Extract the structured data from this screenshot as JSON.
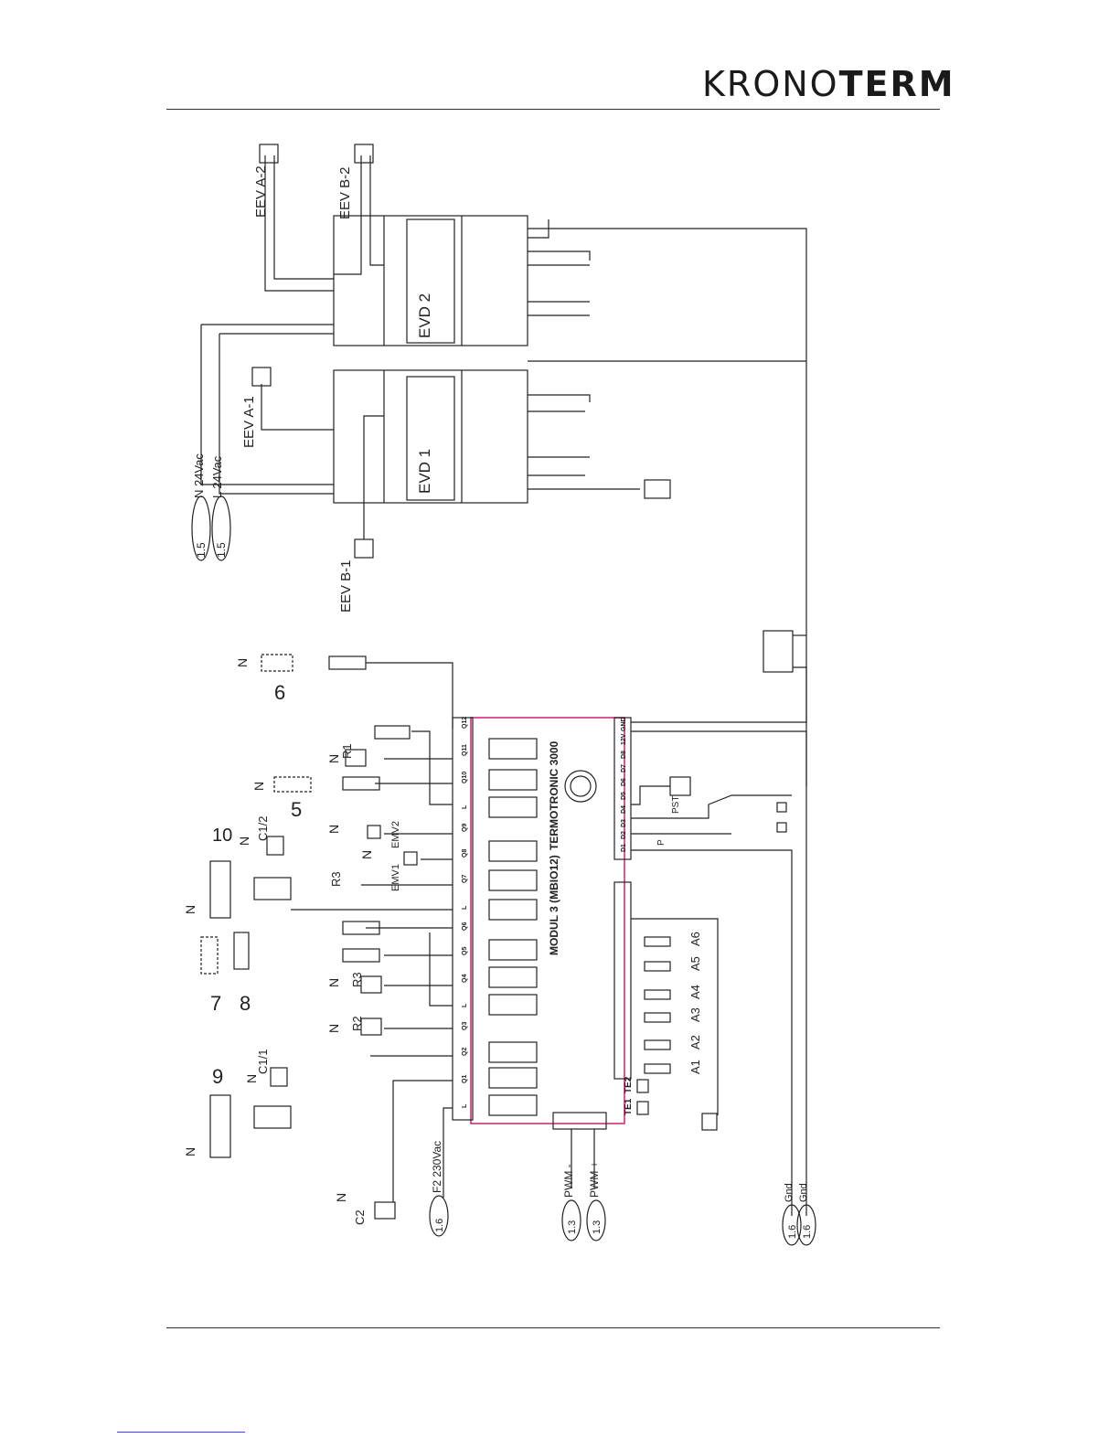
{
  "header": {
    "logo_regular": "KRONO",
    "logo_bold": "TERM"
  },
  "module": {
    "title": "TERMOTRONIC 3000",
    "subtitle": "MODUL 3 (MBIO12)"
  },
  "drivers": {
    "evd1": "EVD 1",
    "evd2": "EVD 2"
  },
  "valves": {
    "a2": "EEV A-2",
    "b2": "EEV B-2",
    "a1": "EEV A-1",
    "b1": "EEV B-1"
  },
  "supply": {
    "n24": "N 24Vac",
    "l24": "L 24Vac",
    "f2": "F2 230Vac",
    "pwm_minus": "PWM -",
    "pwm_plus": "PWM +",
    "gnd1": "Gnd",
    "gnd2": "Gnd"
  },
  "connectors": {
    "c15a": "1.5",
    "c15b": "1.5",
    "c16": "1.6",
    "c13a": "1.3",
    "c13b": "1.3",
    "c16a": "1.6",
    "c16b": "1.6"
  },
  "numbers": [
    "6",
    "5",
    "10",
    "7",
    "8",
    "9"
  ],
  "relays": {
    "r1": "R1",
    "r2": "R2",
    "r3": "R3",
    "c12": "C1/2",
    "c11": "C1/1",
    "c2": "C2"
  },
  "valves_em": {
    "emv1": "EMV1",
    "emv2": "EMV2"
  },
  "neutral": "N",
  "sensors": {
    "a1": "A1",
    "a2": "A2",
    "a3": "A3",
    "a4": "A4",
    "a5": "A5",
    "a6": "A6",
    "te1": "TE1",
    "te2": "TE2",
    "pst": "PST",
    "p": "P"
  },
  "terminals_right": [
    "Q12",
    "Q11",
    "Q10",
    "L",
    "Q9",
    "Q8",
    "Q7",
    "L",
    "Q6",
    "Q5",
    "Q4",
    "L",
    "Q3",
    "Q2",
    "Q1",
    "L"
  ],
  "terminals_left": [
    "GND",
    "12V",
    "D8",
    "D7",
    "D6",
    "D5",
    "D4",
    "D3",
    "D2",
    "D1"
  ]
}
